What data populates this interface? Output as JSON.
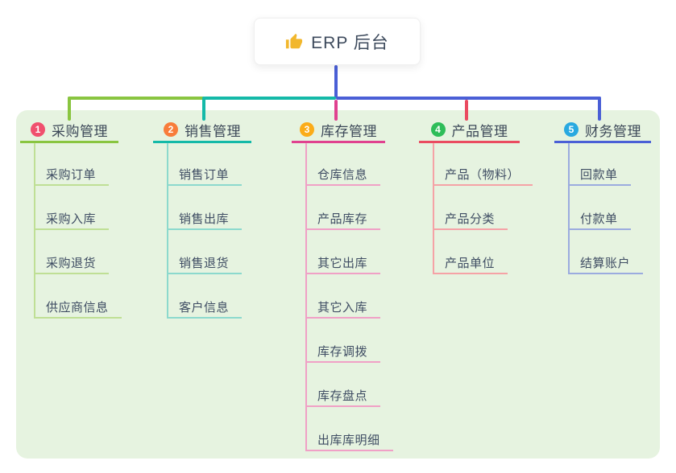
{
  "root": {
    "label": "ERP 后台",
    "icon": "thumbs-up-icon",
    "icon_color": "#f2b72c"
  },
  "colors": {
    "bus_blue": "#4a5fd6",
    "panel_bg": "#e6f3e0",
    "header_text": "#3c4858",
    "child_text": "#3f4d63"
  },
  "branches": [
    {
      "badge": "1",
      "badge_color": "#f0506e",
      "line_color": "#89c540",
      "line_light": "#bfdf95",
      "label": "采购管理",
      "children": [
        "采购订单",
        "采购入库",
        "采购退货",
        "供应商信息"
      ]
    },
    {
      "badge": "2",
      "badge_color": "#f87d3b",
      "line_color": "#14b9a8",
      "line_light": "#8cd9cd",
      "label": "销售管理",
      "children": [
        "销售订单",
        "销售出库",
        "销售退货",
        "客户信息"
      ]
    },
    {
      "badge": "3",
      "badge_color": "#fbac19",
      "line_color": "#e0418f",
      "line_light": "#f0a0c6",
      "label": "库存管理",
      "children": [
        "仓库信息",
        "产品库存",
        "其它出库",
        "其它入库",
        "库存调拨",
        "库存盘点",
        "出库库明细"
      ]
    },
    {
      "badge": "4",
      "badge_color": "#2ebd59",
      "line_color": "#ea4b60",
      "line_light": "#f5a2a6",
      "label": "产品管理",
      "children": [
        "产品（物料）",
        "产品分类",
        "产品单位"
      ]
    },
    {
      "badge": "5",
      "badge_color": "#29a9e0",
      "line_color": "#4a5fd6",
      "line_light": "#9babdf",
      "label": "财务管理",
      "children": [
        "回款单",
        "付款单",
        "结算账户"
      ]
    }
  ]
}
